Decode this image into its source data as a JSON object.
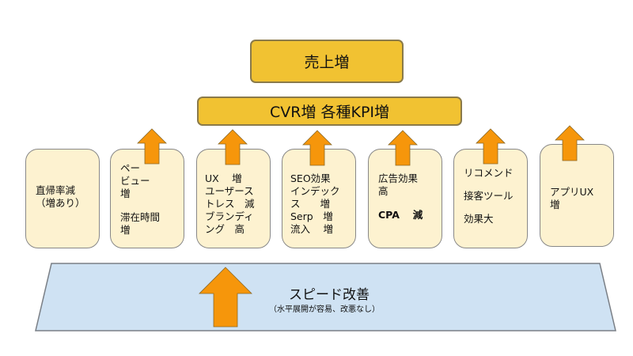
{
  "top": {
    "sales": "売上増",
    "cvr": "CVR増 各種KPI増"
  },
  "cards": [
    {
      "id": "direct",
      "lines": [
        "直帰率減",
        "（増あり）"
      ]
    },
    {
      "id": "pageview",
      "lines": [
        "ペー",
        "ビュー",
        "増",
        "",
        "滞在時間",
        "増"
      ]
    },
    {
      "id": "ux",
      "lines": [
        "UX　 増",
        "ユーザース",
        "トレス　減",
        "ブランディ",
        "ング　高"
      ]
    },
    {
      "id": "seo",
      "lines": [
        "SEO効果",
        "インデック",
        "ス　　増",
        "Serp　増",
        "流入　 増"
      ]
    },
    {
      "id": "ads",
      "lines": [
        "広告効果",
        "高",
        "",
        "CPA　 減"
      ]
    },
    {
      "id": "recommend",
      "lines": [
        "リコメンド",
        "",
        "接客ツール",
        "",
        "効果大"
      ]
    },
    {
      "id": "app",
      "lines": [
        "アプリUX",
        "増"
      ]
    }
  ],
  "base": {
    "title": "スピード改善",
    "subtitle": "（水平展開が容易、改悪なし）"
  },
  "colors": {
    "top_fill": "#f1c232",
    "card_fill": "#fdf2d0",
    "base_fill": "#cfe2f3",
    "arrow_fill": "#f6960b"
  },
  "icons": {
    "arrow": "up-arrow-icon"
  }
}
